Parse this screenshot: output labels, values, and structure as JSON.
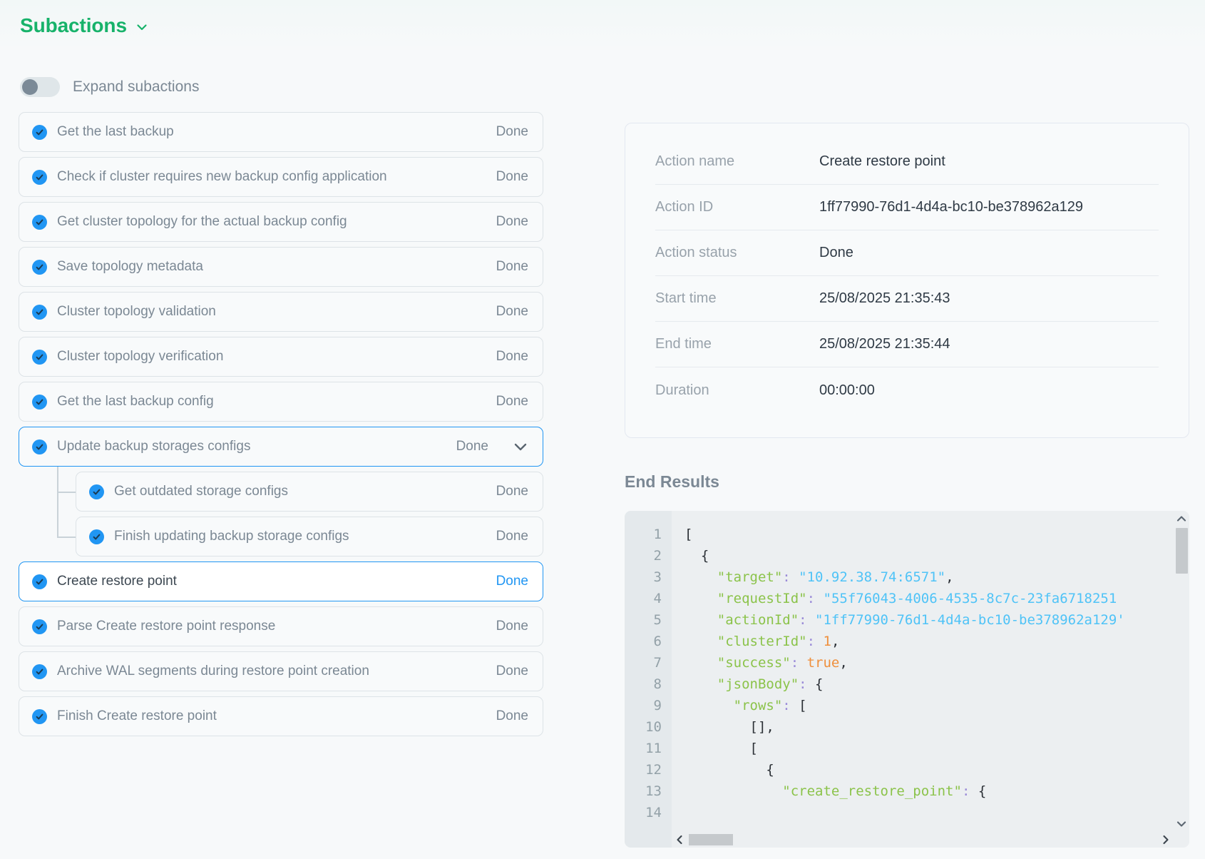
{
  "header": {
    "title": "Subactions",
    "chevron_icon": "chevron-down-icon",
    "accent_color": "#17b26a"
  },
  "toggle": {
    "label": "Expand subactions",
    "checked": false
  },
  "subactions": [
    {
      "name": "Get the last backup",
      "status": "Done",
      "level": 0,
      "selected": false,
      "outlined": false,
      "expandable": false
    },
    {
      "name": "Check if cluster requires new backup config application",
      "status": "Done",
      "level": 0,
      "selected": false,
      "outlined": false,
      "expandable": false
    },
    {
      "name": "Get cluster topology for the actual backup config",
      "status": "Done",
      "level": 0,
      "selected": false,
      "outlined": false,
      "expandable": false
    },
    {
      "name": "Save topology metadata",
      "status": "Done",
      "level": 0,
      "selected": false,
      "outlined": false,
      "expandable": false
    },
    {
      "name": "Cluster topology validation",
      "status": "Done",
      "level": 0,
      "selected": false,
      "outlined": false,
      "expandable": false
    },
    {
      "name": "Cluster topology verification",
      "status": "Done",
      "level": 0,
      "selected": false,
      "outlined": false,
      "expandable": false
    },
    {
      "name": "Get the last backup config",
      "status": "Done",
      "level": 0,
      "selected": false,
      "outlined": false,
      "expandable": false
    },
    {
      "name": "Update backup storages configs",
      "status": "Done",
      "level": 0,
      "selected": false,
      "outlined": true,
      "expandable": true
    },
    {
      "name": "Get outdated storage configs",
      "status": "Done",
      "level": 1,
      "selected": false,
      "outlined": false,
      "expandable": false
    },
    {
      "name": "Finish updating backup storage configs",
      "status": "Done",
      "level": 1,
      "selected": false,
      "outlined": false,
      "expandable": false
    },
    {
      "name": "Create restore point",
      "status": "Done",
      "level": 0,
      "selected": true,
      "outlined": false,
      "expandable": false
    },
    {
      "name": "Parse Create restore point response",
      "status": "Done",
      "level": 0,
      "selected": false,
      "outlined": false,
      "expandable": false
    },
    {
      "name": "Archive WAL segments during restore point creation",
      "status": "Done",
      "level": 0,
      "selected": false,
      "outlined": false,
      "expandable": false
    },
    {
      "name": "Finish Create restore point",
      "status": "Done",
      "level": 0,
      "selected": false,
      "outlined": false,
      "expandable": false
    }
  ],
  "details": [
    {
      "key": "Action name",
      "value": "Create restore point"
    },
    {
      "key": "Action ID",
      "value": "1ff77990-76d1-4d4a-bc10-be378962a129"
    },
    {
      "key": "Action status",
      "value": "Done"
    },
    {
      "key": "Start time",
      "value": "25/08/2025 21:35:43"
    },
    {
      "key": "End time",
      "value": "25/08/2025 21:35:44"
    },
    {
      "key": "Duration",
      "value": "00:00:00"
    }
  ],
  "results": {
    "title": "End Results",
    "line_numbers": [
      "1",
      "2",
      "3",
      "4",
      "5",
      "6",
      "7",
      "8",
      "9",
      "10",
      "11",
      "12",
      "13",
      "14"
    ],
    "code_lines": [
      {
        "indent": 0,
        "tokens": [
          {
            "t": "punct",
            "v": "["
          }
        ]
      },
      {
        "indent": 1,
        "tokens": [
          {
            "t": "punct",
            "v": "{"
          }
        ]
      },
      {
        "indent": 2,
        "tokens": [
          {
            "t": "key",
            "v": "\"target\""
          },
          {
            "t": "colon",
            "v": ":"
          },
          {
            "t": "str",
            "v": " \"10.92.38.74:6571\""
          },
          {
            "t": "punct",
            "v": ","
          }
        ]
      },
      {
        "indent": 2,
        "tokens": [
          {
            "t": "key",
            "v": "\"requestId\""
          },
          {
            "t": "colon",
            "v": ":"
          },
          {
            "t": "str",
            "v": " \"55f76043-4006-4535-8c7c-23fa6718251"
          }
        ]
      },
      {
        "indent": 2,
        "tokens": [
          {
            "t": "key",
            "v": "\"actionId\""
          },
          {
            "t": "colon",
            "v": ":"
          },
          {
            "t": "str",
            "v": " \"1ff77990-76d1-4d4a-bc10-be378962a129'"
          }
        ]
      },
      {
        "indent": 2,
        "tokens": [
          {
            "t": "key",
            "v": "\"clusterId\""
          },
          {
            "t": "colon",
            "v": ":"
          },
          {
            "t": "num",
            "v": " 1"
          },
          {
            "t": "punct",
            "v": ","
          }
        ]
      },
      {
        "indent": 2,
        "tokens": [
          {
            "t": "key",
            "v": "\"success\""
          },
          {
            "t": "colon",
            "v": ":"
          },
          {
            "t": "bool",
            "v": " true"
          },
          {
            "t": "punct",
            "v": ","
          }
        ]
      },
      {
        "indent": 2,
        "tokens": [
          {
            "t": "key",
            "v": "\"jsonBody\""
          },
          {
            "t": "colon",
            "v": ":"
          },
          {
            "t": "punct",
            "v": " {"
          }
        ]
      },
      {
        "indent": 3,
        "tokens": [
          {
            "t": "key",
            "v": "\"rows\""
          },
          {
            "t": "colon",
            "v": ":"
          },
          {
            "t": "punct",
            "v": " ["
          }
        ]
      },
      {
        "indent": 4,
        "tokens": [
          {
            "t": "punct",
            "v": "[],"
          }
        ]
      },
      {
        "indent": 4,
        "tokens": [
          {
            "t": "punct",
            "v": "["
          }
        ]
      },
      {
        "indent": 5,
        "tokens": [
          {
            "t": "punct",
            "v": "{"
          }
        ]
      },
      {
        "indent": 6,
        "tokens": [
          {
            "t": "key",
            "v": "\"create_restore_point\""
          },
          {
            "t": "colon",
            "v": ":"
          },
          {
            "t": "punct",
            "v": " {"
          }
        ]
      },
      {
        "indent": 0,
        "tokens": []
      }
    ],
    "scroll": {
      "up_arrow_icon": "chevron-up-icon",
      "down_arrow_icon": "chevron-down-icon",
      "left_arrow_icon": "chevron-left-icon",
      "right_arrow_icon": "chevron-right-icon"
    }
  },
  "colors": {
    "accent_green": "#17b26a",
    "accent_blue": "#2196f3",
    "muted_text": "#7b8894",
    "code_key": "#8bc34a",
    "code_string": "#4fc3f7",
    "code_number": "#ef8f3c"
  }
}
